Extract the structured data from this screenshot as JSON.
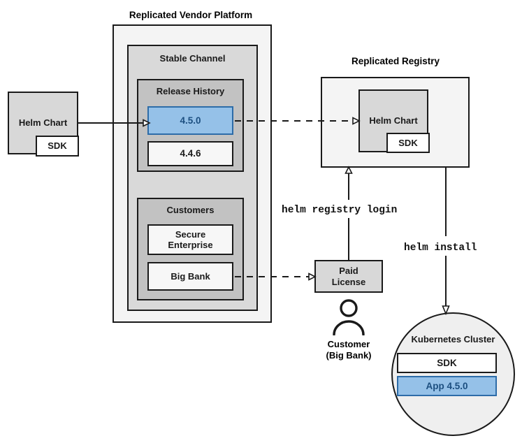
{
  "diagram": {
    "titles": {
      "platform": "Replicated Vendor Platform",
      "registry": "Replicated Registry"
    },
    "platform": {
      "channel_label": "Stable Channel",
      "release_history": {
        "label": "Release History",
        "releases": [
          {
            "version": "4.5.0",
            "highlighted": true
          },
          {
            "version": "4.4.6",
            "highlighted": false
          }
        ]
      },
      "customers": {
        "label": "Customers",
        "entries": [
          {
            "name": "Secure Enterprise"
          },
          {
            "name": "Big Bank"
          }
        ]
      }
    },
    "source_chart": {
      "label": "Helm Chart",
      "sdk_label": "SDK"
    },
    "registry_chart": {
      "label": "Helm Chart",
      "sdk_label": "SDK"
    },
    "license": {
      "label": "Paid License"
    },
    "customer_actor": {
      "line1": "Customer",
      "line2": "(Big Bank)"
    },
    "cluster": {
      "label": "Kubernetes Cluster",
      "items": [
        {
          "label": "SDK",
          "highlighted": false
        },
        {
          "label": "App 4.5.0",
          "highlighted": true
        }
      ]
    },
    "commands": {
      "registry_login": "helm registry login",
      "install": "helm install"
    },
    "colors": {
      "accent_blue_fill": "#95c1e8",
      "accent_blue_border": "#2d6ca8",
      "accent_blue_text": "#1c4f80",
      "stroke": "#1a1a1a",
      "platform_fill": "#f4f4f4",
      "channel_fill": "#d9d9d9",
      "subgroup_fill": "#c2c2c2",
      "chart_fill": "#d8d8d8",
      "cluster_fill": "#efefef"
    }
  }
}
